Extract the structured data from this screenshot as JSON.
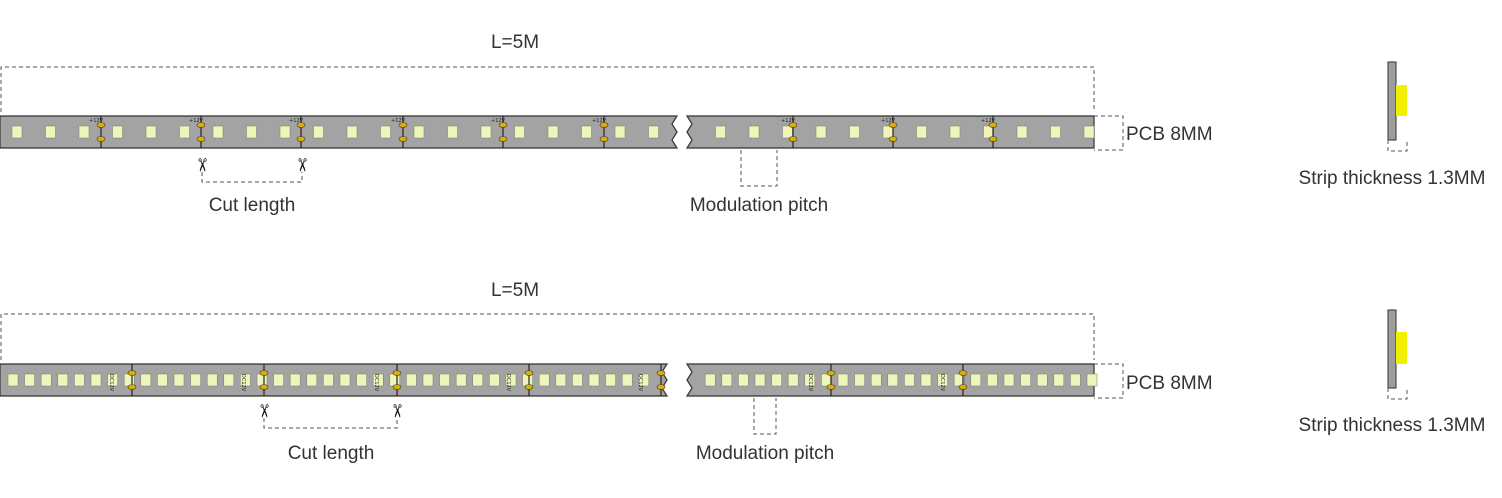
{
  "diagrams": [
    {
      "length_label": "L=5M",
      "pcb_label": "PCB 8MM",
      "cut_label": "Cut length",
      "pitch_label": "Modulation pitch",
      "thickness_label": "Strip thickness 1.3MM",
      "segment_marking": "+12V",
      "led_color": "#eef5b8",
      "scissors": "✂"
    },
    {
      "length_label": "L=5M",
      "pcb_label": "PCB 8MM",
      "cut_label": "Cut length",
      "pitch_label": "Modulation pitch",
      "thickness_label": "Strip thickness 1.3MM",
      "segment_marking": "DC12V",
      "led_color": "#eef5b8",
      "scissors": "✂"
    }
  ],
  "colors": {
    "pcb": "#a3a3a3",
    "profile_led": "#f0f000",
    "profile_pcb": "#9e9e9e"
  }
}
